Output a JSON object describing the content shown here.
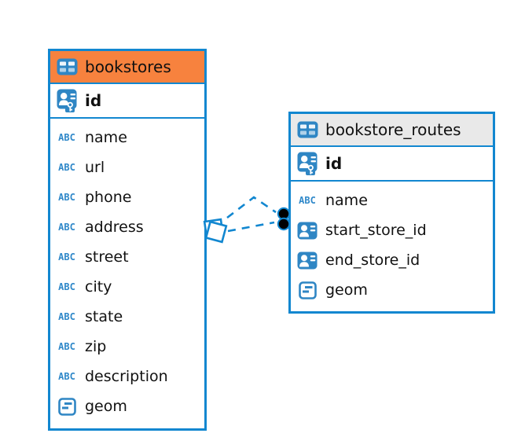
{
  "colors": {
    "table_border_blue": "#1287D0",
    "icon_blue": "#2F86C4",
    "bookstores_header": "#F7823E",
    "routes_header": "#E9E9E9",
    "relationship_line": "#1287D0",
    "relationship_dot": "#000000",
    "text": "#111111"
  },
  "icons": {
    "text_type_label": "ABC"
  },
  "diagram": {
    "tables": [
      {
        "name": "bookstores",
        "header_color": "#F7823E",
        "primary_key": {
          "name": "id",
          "icon": "person-key"
        },
        "columns": [
          {
            "name": "name",
            "type": "text"
          },
          {
            "name": "url",
            "type": "text"
          },
          {
            "name": "phone",
            "type": "text"
          },
          {
            "name": "address",
            "type": "text"
          },
          {
            "name": "street",
            "type": "text"
          },
          {
            "name": "city",
            "type": "text"
          },
          {
            "name": "state",
            "type": "text"
          },
          {
            "name": "zip",
            "type": "text"
          },
          {
            "name": "description",
            "type": "text"
          },
          {
            "name": "geom",
            "type": "geometry"
          }
        ]
      },
      {
        "name": "bookstore_routes",
        "header_color": "#E9E9E9",
        "primary_key": {
          "name": "id",
          "icon": "person-key"
        },
        "columns": [
          {
            "name": "name",
            "type": "text"
          },
          {
            "name": "start_store_id",
            "type": "reference"
          },
          {
            "name": "end_store_id",
            "type": "reference"
          },
          {
            "name": "geom",
            "type": "geometry"
          }
        ]
      }
    ],
    "relationships": [
      {
        "from_table": "bookstore_routes",
        "to_table": "bookstores",
        "style": "dashed",
        "end_marker_at_bookstores": "double-square",
        "end_marker_at_routes": "two-black-dots"
      }
    ]
  }
}
